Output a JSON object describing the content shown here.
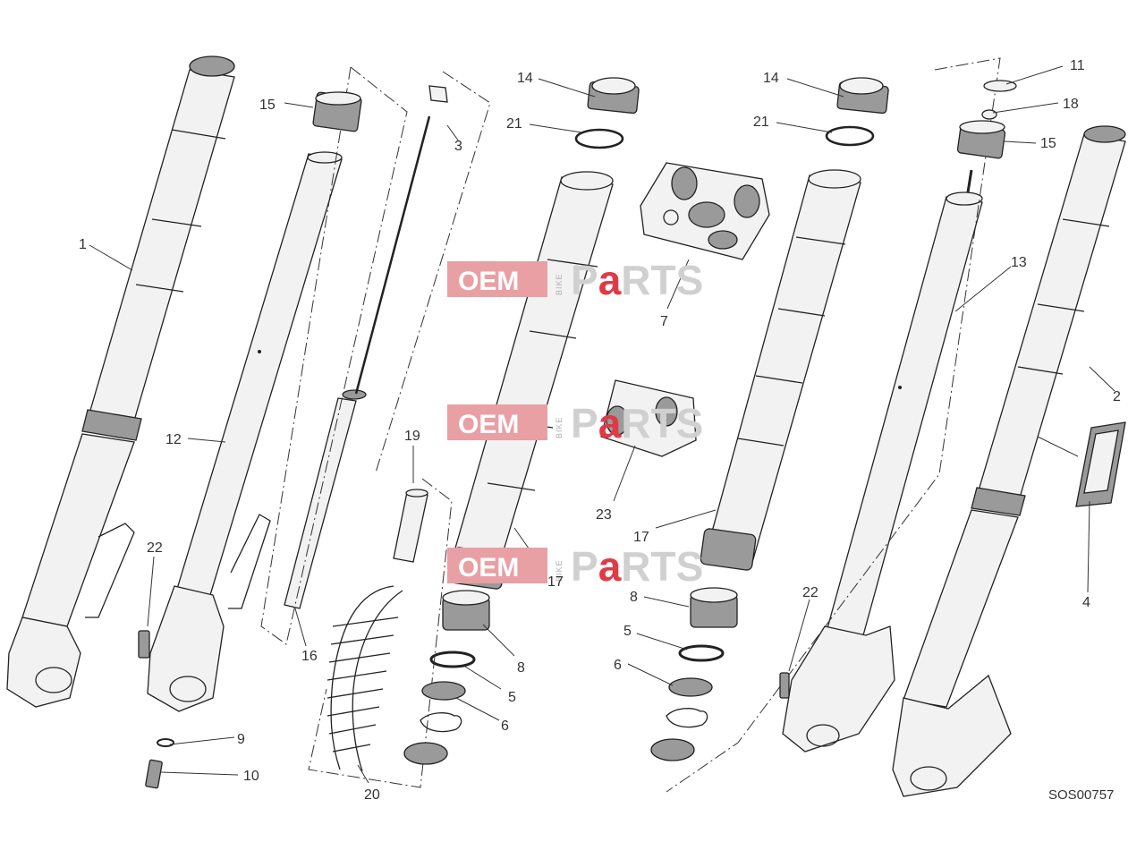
{
  "drawing_code": "SOS00757",
  "watermark": {
    "oem": "OEM",
    "bike": "BIKE",
    "parts_p": "P",
    "parts_a": "a",
    "parts_rest": "RTS"
  },
  "callouts": {
    "c1": "1",
    "c2": "2",
    "c3": "3",
    "c4": "4",
    "c5a": "5",
    "c5b": "5",
    "c6a": "6",
    "c6b": "6",
    "c7": "7",
    "c8a": "8",
    "c8b": "8",
    "c9": "9",
    "c10": "10",
    "c11": "11",
    "c12": "12",
    "c13": "13",
    "c14a": "14",
    "c14b": "14",
    "c15a": "15",
    "c15b": "15",
    "c16": "16",
    "c17a": "17",
    "c17b": "17",
    "c18": "18",
    "c19": "19",
    "c20": "20",
    "c21a": "21",
    "c21b": "21",
    "c22a": "22",
    "c22b": "22",
    "c23": "23"
  }
}
